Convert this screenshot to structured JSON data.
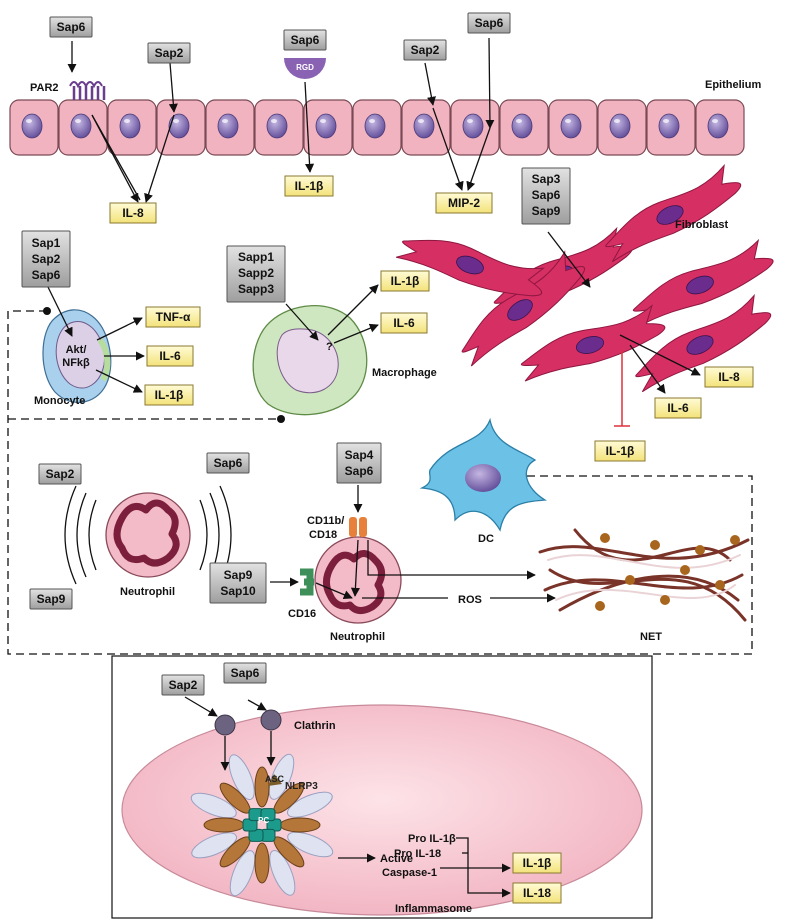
{
  "sap_boxes": {
    "sap6_par2": "Sap6",
    "sap2_top": "Sap2",
    "sap6_rgd": "Sap6",
    "sap2_mip": "Sap2",
    "sap6_mip": "Sap6",
    "fibro_line1": "Sap3",
    "fibro_line2": "Sap6",
    "fibro_line3": "Sap9",
    "mono_line1": "Sap1",
    "mono_line2": "Sap2",
    "mono_line3": "Sap6",
    "macro_line1": "Sapp1",
    "macro_line2": "Sapp2",
    "macro_line3": "Sapp3",
    "neut_sap2": "Sap2",
    "neut_sap6": "Sap6",
    "neut_sap9": "Sap9",
    "cd11_line1": "Sap4",
    "cd11_line2": "Sap6",
    "cd16_line1": "Sap9",
    "cd16_line2": "Sap10",
    "infl_sap2": "Sap2",
    "infl_sap6": "Sap6"
  },
  "cytokines": {
    "il8_epi": "IL-8",
    "il1b_epi": "IL-1β",
    "mip2": "MIP-2",
    "tnfa": "TNF-α",
    "il6_mono": "IL-6",
    "il1b_mono": "IL-1β",
    "il1b_macro": "IL-1β",
    "il6_macro": "IL-6",
    "il8_fibro": "IL-8",
    "il6_fibro": "IL-6",
    "il1b_fibro": "IL-1β",
    "il1b_infl": "IL-1β",
    "il18_infl": "IL-18"
  },
  "labels": {
    "par2": "PAR2",
    "rgd": "RGD",
    "epithelium": "Epithelium",
    "fibroblast": "Fibroblast",
    "akt_line1": "Akt/",
    "akt_line2": "NFkβ",
    "monocyte": "Monocyte",
    "question": "?",
    "macrophage": "Macrophage",
    "neutrophil_left": "Neutrophil",
    "cd11b_line1": "CD11b/",
    "cd11b_line2": "CD18",
    "cd16": "CD16",
    "neutrophil_mid": "Neutrophil",
    "ros": "ROS",
    "dc": "DC",
    "net": "NET",
    "clathrin": "Clathrin",
    "nlrp3": "NLRP3",
    "asc": "ASC",
    "pro_il1b": "Pro IL-1β",
    "pro_il18": "Pro IL-18",
    "active_line1": "Active",
    "active_line2": "Caspase-1",
    "inflammasome": "Inflammasome",
    "pc": "PC"
  },
  "colors": {
    "sap_box_fill": "#b5b5b5",
    "cytokine_fill": "#fbf2a8",
    "epithelial_cell": "#f2b3c0",
    "nucleus": "#8a74b8",
    "fibroblast": "#d62f64",
    "monocyte": "#a9d0ec",
    "macrophage": "#cfe7c0",
    "neutrophil": "#f3bac8",
    "dendritic_cell": "#6cc2e6",
    "net_fiber": "#7a3328",
    "inflammasome_bg": "#f6c4cf",
    "caspase": "#1c9a8c",
    "inhibition": "#e0303a"
  }
}
